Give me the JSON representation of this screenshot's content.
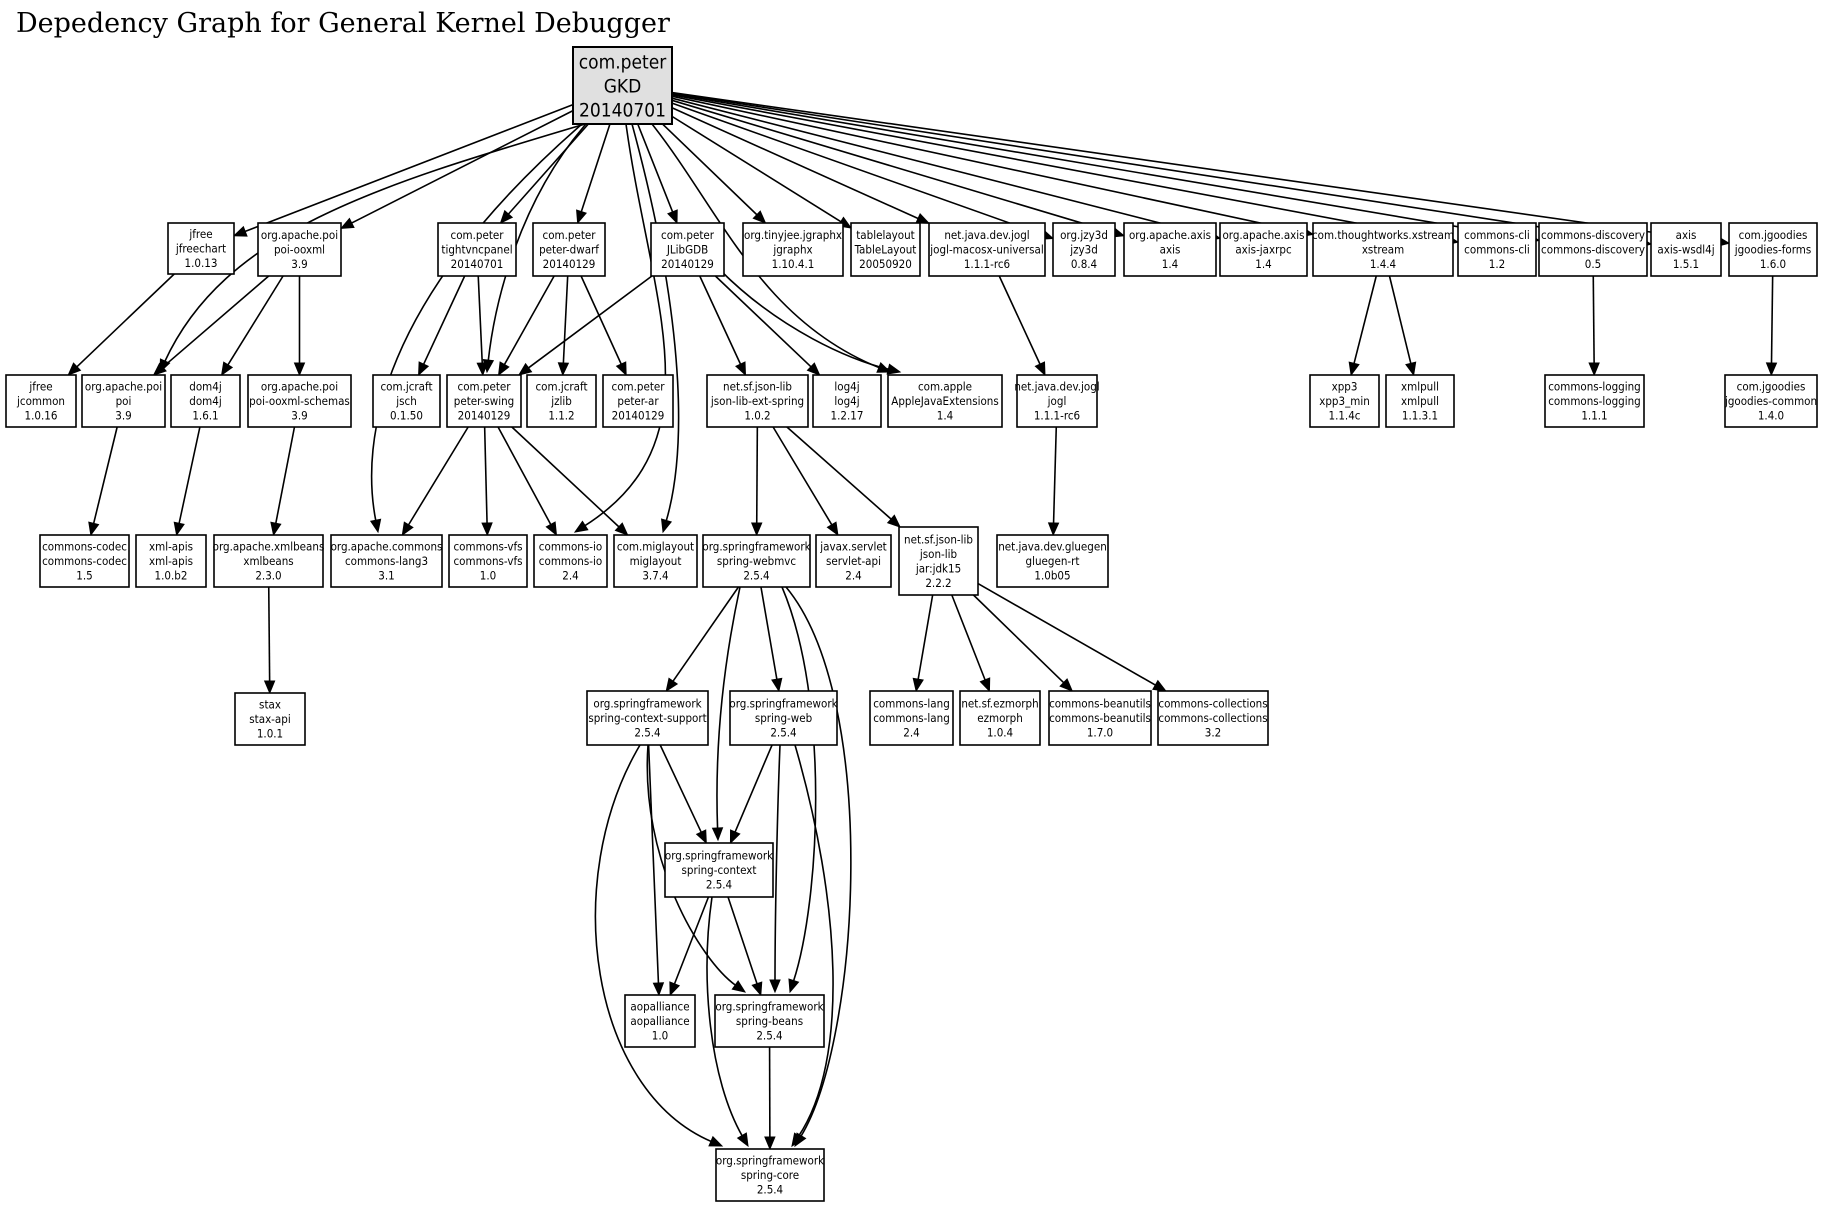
{
  "title": "Depedency Graph for General Kernel Debugger",
  "nodes": [
    {
      "id": "root",
      "lines": [
        "com.peter",
        "GKD",
        "20140701"
      ]
    },
    {
      "id": "jfreechart",
      "lines": [
        "jfree",
        "jfreechart",
        "1.0.13"
      ]
    },
    {
      "id": "poi_ooxml",
      "lines": [
        "org.apache.poi",
        "poi-ooxml",
        "3.9"
      ]
    },
    {
      "id": "tightvnc",
      "lines": [
        "com.peter",
        "tightvncpanel",
        "20140701"
      ]
    },
    {
      "id": "dwarf",
      "lines": [
        "com.peter",
        "peter-dwarf",
        "20140129"
      ]
    },
    {
      "id": "jlibgdb",
      "lines": [
        "com.peter",
        "JLibGDB",
        "20140129"
      ]
    },
    {
      "id": "jgraphx",
      "lines": [
        "org.tinyjee.jgraphx",
        "jgraphx",
        "1.10.4.1"
      ]
    },
    {
      "id": "tablelayout",
      "lines": [
        "tablelayout",
        "TableLayout",
        "20050920"
      ]
    },
    {
      "id": "jogl_mac",
      "lines": [
        "net.java.dev.jogl",
        "jogl-macosx-universal",
        "1.1.1-rc6"
      ]
    },
    {
      "id": "jzy3d",
      "lines": [
        "org.jzy3d",
        "jzy3d",
        "0.8.4"
      ]
    },
    {
      "id": "axis",
      "lines": [
        "org.apache.axis",
        "axis",
        "1.4"
      ]
    },
    {
      "id": "jaxrpc",
      "lines": [
        "org.apache.axis",
        "axis-jaxrpc",
        "1.4"
      ]
    },
    {
      "id": "xstream",
      "lines": [
        "com.thoughtworks.xstream",
        "xstream",
        "1.4.4"
      ]
    },
    {
      "id": "cli",
      "lines": [
        "commons-cli",
        "commons-cli",
        "1.2"
      ]
    },
    {
      "id": "discovery",
      "lines": [
        "commons-discovery",
        "commons-discovery",
        "0.5"
      ]
    },
    {
      "id": "wsdl4j",
      "lines": [
        "axis",
        "axis-wsdl4j",
        "1.5.1"
      ]
    },
    {
      "id": "jgforms",
      "lines": [
        "com.jgoodies",
        "jgoodies-forms",
        "1.6.0"
      ]
    },
    {
      "id": "jcommon",
      "lines": [
        "jfree",
        "jcommon",
        "1.0.16"
      ]
    },
    {
      "id": "poi",
      "lines": [
        "org.apache.poi",
        "poi",
        "3.9"
      ]
    },
    {
      "id": "dom4j",
      "lines": [
        "dom4j",
        "dom4j",
        "1.6.1"
      ]
    },
    {
      "id": "poi_schemas",
      "lines": [
        "org.apache.poi",
        "poi-ooxml-schemas",
        "3.9"
      ]
    },
    {
      "id": "jsch",
      "lines": [
        "com.jcraft",
        "jsch",
        "0.1.50"
      ]
    },
    {
      "id": "swing",
      "lines": [
        "com.peter",
        "peter-swing",
        "20140129"
      ]
    },
    {
      "id": "jzlib",
      "lines": [
        "com.jcraft",
        "jzlib",
        "1.1.2"
      ]
    },
    {
      "id": "peter_ar",
      "lines": [
        "com.peter",
        "peter-ar",
        "20140129"
      ]
    },
    {
      "id": "json_spring",
      "lines": [
        "net.sf.json-lib",
        "json-lib-ext-spring",
        "1.0.2"
      ]
    },
    {
      "id": "log4j",
      "lines": [
        "log4j",
        "log4j",
        "1.2.17"
      ]
    },
    {
      "id": "apple",
      "lines": [
        "com.apple",
        "AppleJavaExtensions",
        "1.4"
      ]
    },
    {
      "id": "jogl",
      "lines": [
        "net.java.dev.jogl",
        "jogl",
        "1.1.1-rc6"
      ]
    },
    {
      "id": "xpp3",
      "lines": [
        "xpp3",
        "xpp3_min",
        "1.1.4c"
      ]
    },
    {
      "id": "xmlpull",
      "lines": [
        "xmlpull",
        "xmlpull",
        "1.1.3.1"
      ]
    },
    {
      "id": "logging",
      "lines": [
        "commons-logging",
        "commons-logging",
        "1.1.1"
      ]
    },
    {
      "id": "jgcommon",
      "lines": [
        "com.jgoodies",
        "jgoodies-common",
        "1.4.0"
      ]
    },
    {
      "id": "codec",
      "lines": [
        "commons-codec",
        "commons-codec",
        "1.5"
      ]
    },
    {
      "id": "xmlapis",
      "lines": [
        "xml-apis",
        "xml-apis",
        "1.0.b2"
      ]
    },
    {
      "id": "xmlbeans",
      "lines": [
        "org.apache.xmlbeans",
        "xmlbeans",
        "2.3.0"
      ]
    },
    {
      "id": "lang3",
      "lines": [
        "org.apache.commons",
        "commons-lang3",
        "3.1"
      ]
    },
    {
      "id": "vfs",
      "lines": [
        "commons-vfs",
        "commons-vfs",
        "1.0"
      ]
    },
    {
      "id": "io",
      "lines": [
        "commons-io",
        "commons-io",
        "2.4"
      ]
    },
    {
      "id": "miglayout",
      "lines": [
        "com.miglayout",
        "miglayout",
        "3.7.4"
      ]
    },
    {
      "id": "webmvc",
      "lines": [
        "org.springframework",
        "spring-webmvc",
        "2.5.4"
      ]
    },
    {
      "id": "servlet",
      "lines": [
        "javax.servlet",
        "servlet-api",
        "2.4"
      ]
    },
    {
      "id": "jsonlib",
      "lines": [
        "net.sf.json-lib",
        "json-lib",
        "jar:jdk15",
        "2.2.2"
      ]
    },
    {
      "id": "gluegen",
      "lines": [
        "net.java.dev.gluegen",
        "gluegen-rt",
        "1.0b05"
      ]
    },
    {
      "id": "stax",
      "lines": [
        "stax",
        "stax-api",
        "1.0.1"
      ]
    },
    {
      "id": "ctx_support",
      "lines": [
        "org.springframework",
        "spring-context-support",
        "2.5.4"
      ]
    },
    {
      "id": "web",
      "lines": [
        "org.springframework",
        "spring-web",
        "2.5.4"
      ]
    },
    {
      "id": "clang",
      "lines": [
        "commons-lang",
        "commons-lang",
        "2.4"
      ]
    },
    {
      "id": "ezmorph",
      "lines": [
        "net.sf.ezmorph",
        "ezmorph",
        "1.0.4"
      ]
    },
    {
      "id": "beanutils",
      "lines": [
        "commons-beanutils",
        "commons-beanutils",
        "1.7.0"
      ]
    },
    {
      "id": "collections",
      "lines": [
        "commons-collections",
        "commons-collections",
        "3.2"
      ]
    },
    {
      "id": "context",
      "lines": [
        "org.springframework",
        "spring-context",
        "2.5.4"
      ]
    },
    {
      "id": "aop",
      "lines": [
        "aopalliance",
        "aopalliance",
        "1.0"
      ]
    },
    {
      "id": "beans",
      "lines": [
        "org.springframework",
        "spring-beans",
        "2.5.4"
      ]
    },
    {
      "id": "core",
      "lines": [
        "org.springframework",
        "spring-core",
        "2.5.4"
      ]
    }
  ],
  "edges": [
    [
      "root",
      "jfreechart"
    ],
    [
      "root",
      "poi_ooxml"
    ],
    [
      "root",
      "tightvnc"
    ],
    [
      "root",
      "dwarf"
    ],
    [
      "root",
      "jlibgdb"
    ],
    [
      "root",
      "jgraphx"
    ],
    [
      "root",
      "tablelayout"
    ],
    [
      "root",
      "jogl_mac"
    ],
    [
      "root",
      "jzy3d"
    ],
    [
      "root",
      "axis"
    ],
    [
      "root",
      "jaxrpc"
    ],
    [
      "root",
      "xstream"
    ],
    [
      "root",
      "cli"
    ],
    [
      "root",
      "discovery"
    ],
    [
      "root",
      "wsdl4j"
    ],
    [
      "root",
      "jgforms"
    ],
    [
      "root",
      "poi"
    ],
    [
      "root",
      "swing"
    ],
    [
      "root",
      "apple"
    ],
    [
      "root",
      "lang3"
    ],
    [
      "root",
      "io"
    ],
    [
      "root",
      "miglayout"
    ],
    [
      "jfreechart",
      "jcommon"
    ],
    [
      "poi_ooxml",
      "poi"
    ],
    [
      "poi_ooxml",
      "dom4j"
    ],
    [
      "poi_ooxml",
      "poi_schemas"
    ],
    [
      "tightvnc",
      "jsch"
    ],
    [
      "tightvnc",
      "swing"
    ],
    [
      "dwarf",
      "swing"
    ],
    [
      "dwarf",
      "jzlib"
    ],
    [
      "dwarf",
      "peter_ar"
    ],
    [
      "jlibgdb",
      "swing"
    ],
    [
      "jlibgdb",
      "json_spring"
    ],
    [
      "jlibgdb",
      "log4j"
    ],
    [
      "jlibgdb",
      "apple"
    ],
    [
      "jogl_mac",
      "jogl"
    ],
    [
      "xstream",
      "xpp3"
    ],
    [
      "xstream",
      "xmlpull"
    ],
    [
      "discovery",
      "logging"
    ],
    [
      "jgforms",
      "jgcommon"
    ],
    [
      "poi",
      "codec"
    ],
    [
      "dom4j",
      "xmlapis"
    ],
    [
      "poi_schemas",
      "xmlbeans"
    ],
    [
      "xmlbeans",
      "stax"
    ],
    [
      "swing",
      "lang3"
    ],
    [
      "swing",
      "vfs"
    ],
    [
      "swing",
      "io"
    ],
    [
      "swing",
      "miglayout"
    ],
    [
      "json_spring",
      "webmvc"
    ],
    [
      "json_spring",
      "servlet"
    ],
    [
      "json_spring",
      "jsonlib"
    ],
    [
      "jogl",
      "gluegen"
    ],
    [
      "webmvc",
      "ctx_support"
    ],
    [
      "webmvc",
      "web"
    ],
    [
      "webmvc",
      "context"
    ],
    [
      "webmvc",
      "beans"
    ],
    [
      "webmvc",
      "core"
    ],
    [
      "jsonlib",
      "clang"
    ],
    [
      "jsonlib",
      "ezmorph"
    ],
    [
      "jsonlib",
      "beanutils"
    ],
    [
      "jsonlib",
      "collections"
    ],
    [
      "ctx_support",
      "context"
    ],
    [
      "ctx_support",
      "aop"
    ],
    [
      "ctx_support",
      "beans"
    ],
    [
      "ctx_support",
      "core"
    ],
    [
      "web",
      "context"
    ],
    [
      "web",
      "beans"
    ],
    [
      "web",
      "core"
    ],
    [
      "context",
      "aop"
    ],
    [
      "context",
      "beans"
    ],
    [
      "context",
      "core"
    ],
    [
      "beans",
      "core"
    ]
  ]
}
